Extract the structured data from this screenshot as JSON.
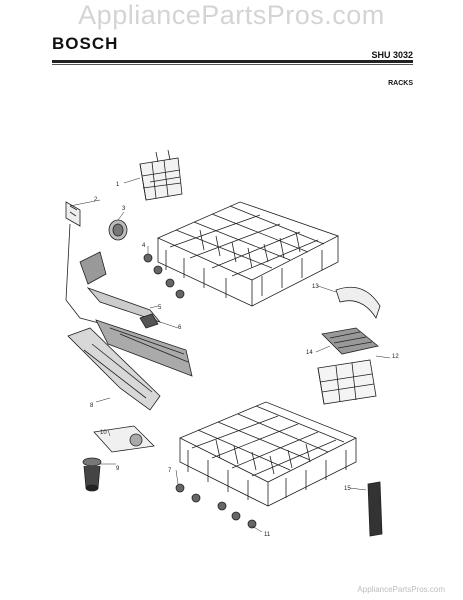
{
  "watermark": "AppliancePartsPros.com",
  "brand": "BOSCH",
  "model": "SHU 3032",
  "section": "RACKS",
  "footer": "AppliancePartsPros.com",
  "callouts": [
    "1",
    "2",
    "3",
    "4",
    "5",
    "6",
    "8",
    "7",
    "9",
    "10",
    "11",
    "12",
    "13",
    "14",
    "15"
  ]
}
